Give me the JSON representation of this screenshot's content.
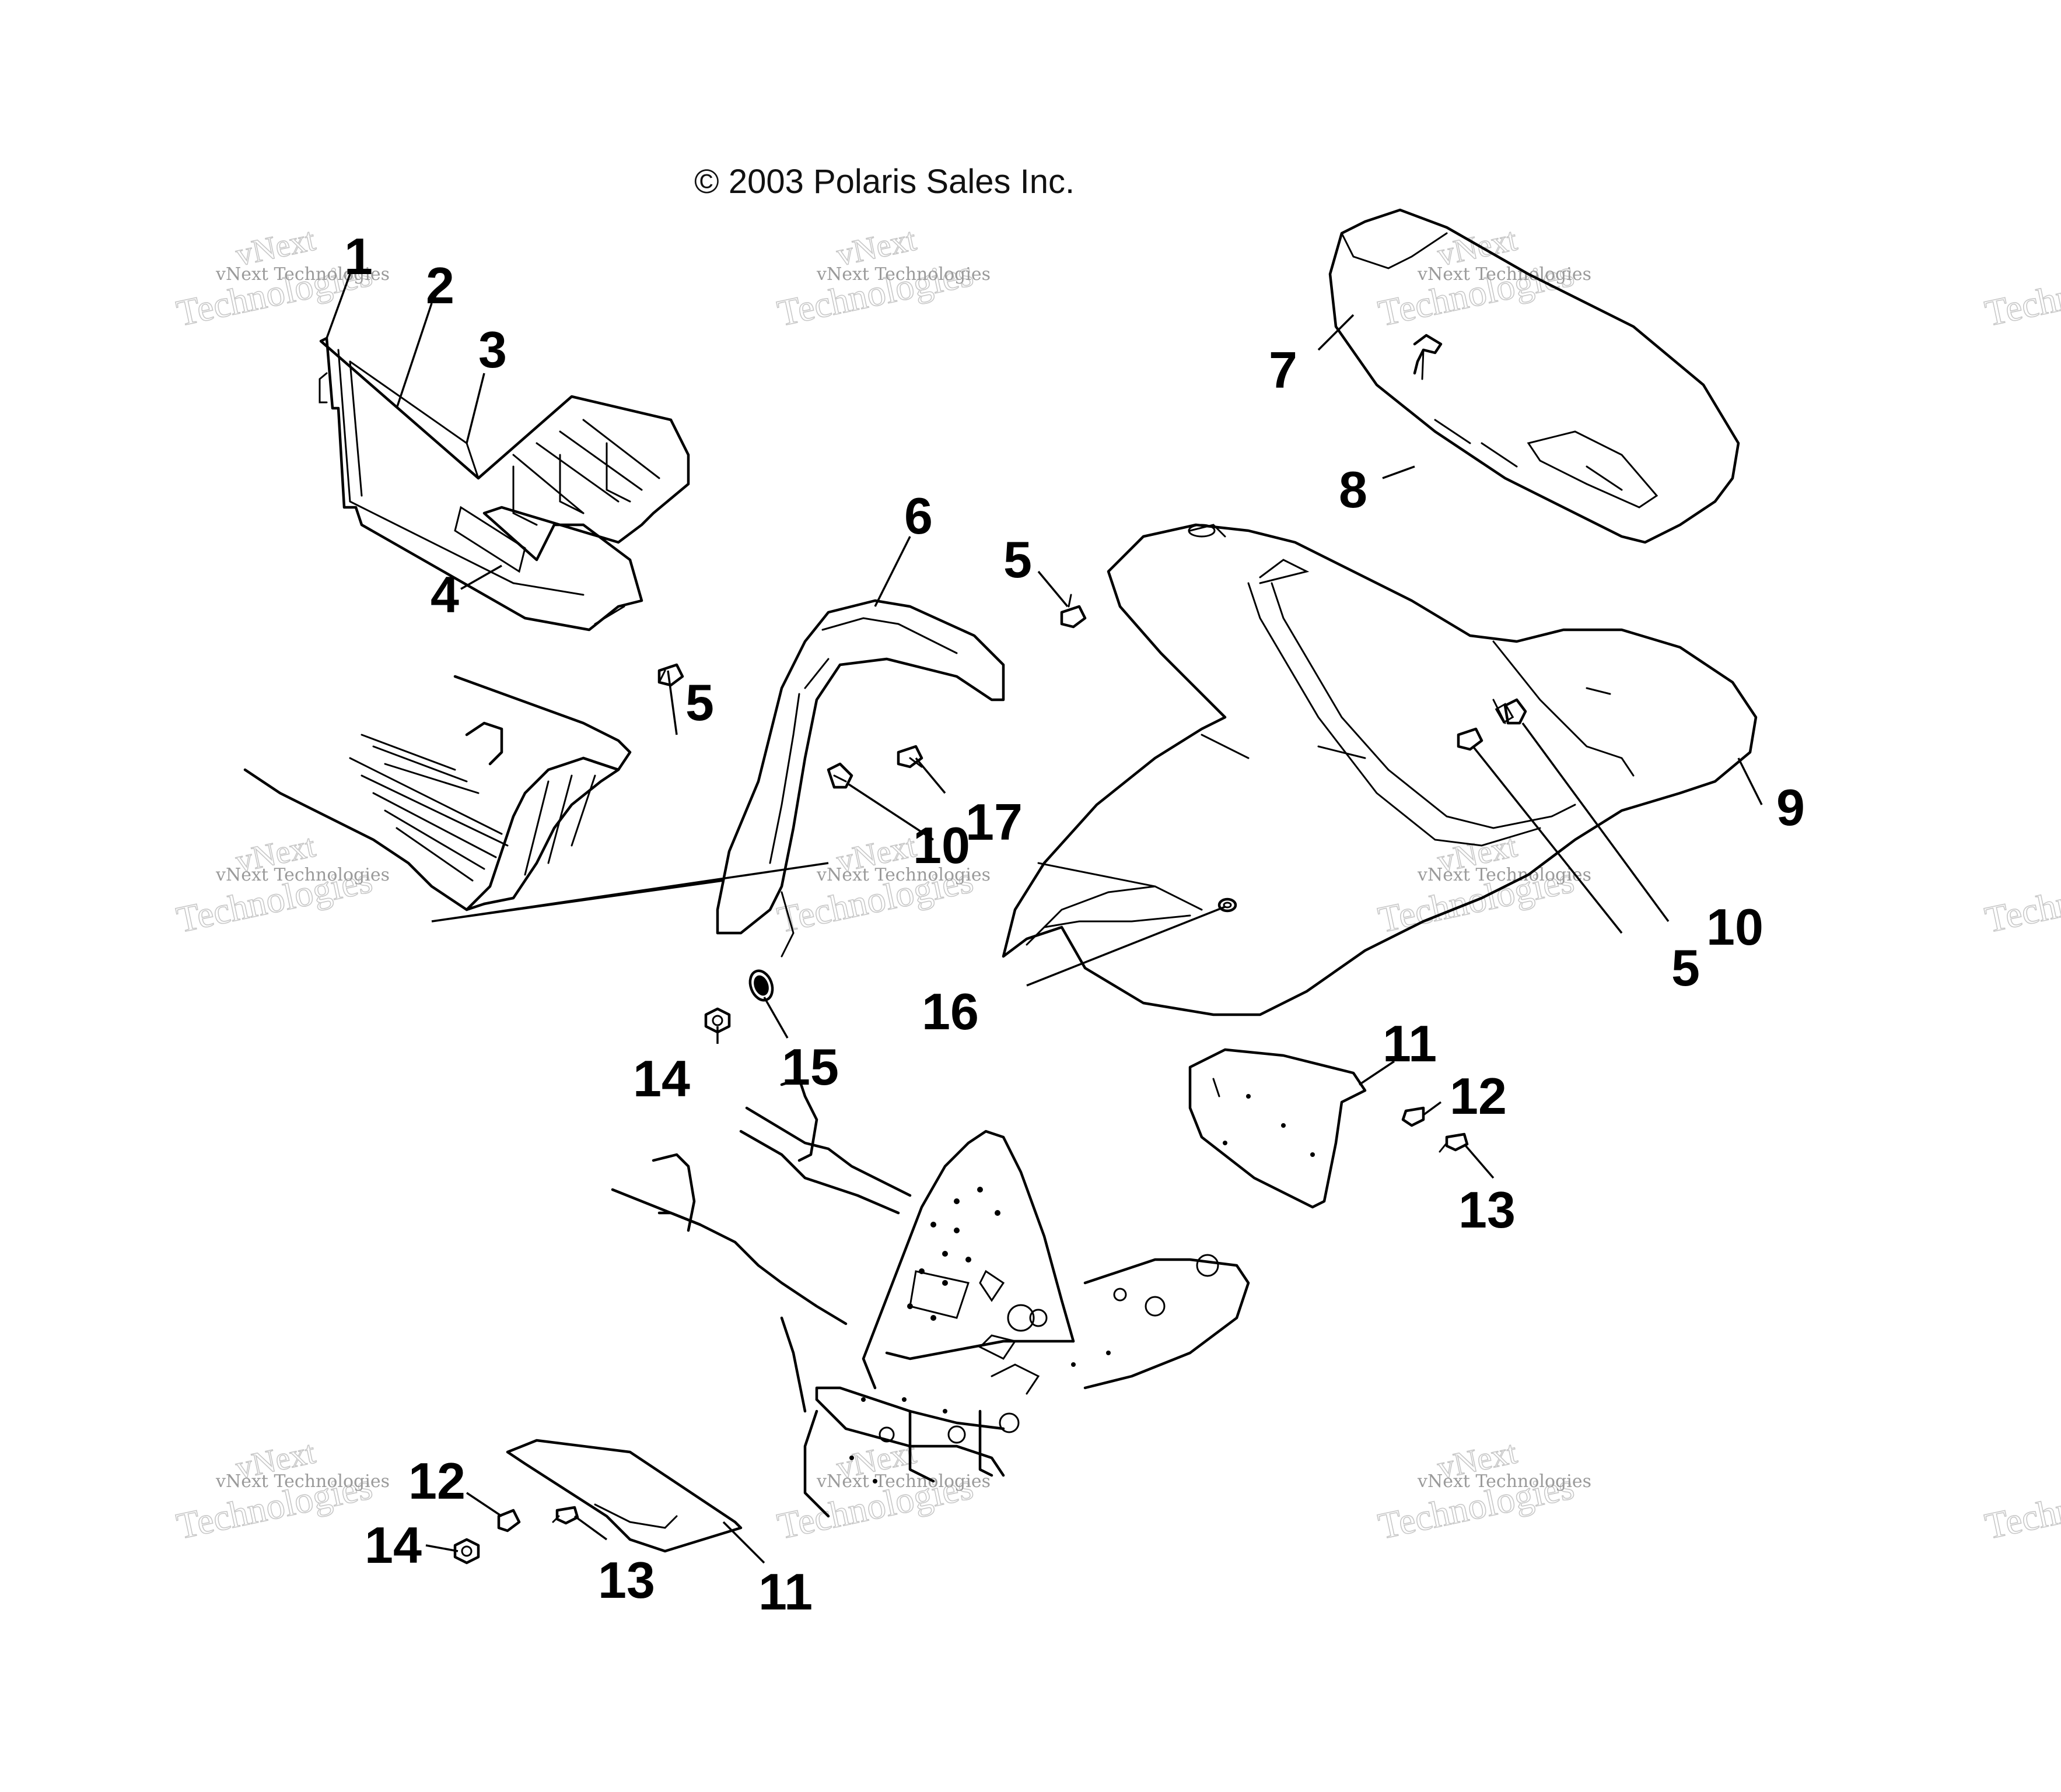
{
  "copyright": "© 2003 Polaris Sales Inc.",
  "watermark": {
    "line1": "vNext Technologies",
    "line2": "vNext",
    "line3": "Technologies"
  },
  "callouts": {
    "c1": "1",
    "c2": "2",
    "c3": "3",
    "c4": "4",
    "c5a": "5",
    "c5b": "5",
    "c5c": "5",
    "c6": "6",
    "c7": "7",
    "c8": "8",
    "c9": "9",
    "c10a": "10",
    "c10b": "10",
    "c11a": "11",
    "c11b": "11",
    "c12a": "12",
    "c12b": "12",
    "c13a": "13",
    "c13b": "13",
    "c14a": "14",
    "c14b": "14",
    "c15": "15",
    "c16": "16",
    "c17": "17"
  }
}
